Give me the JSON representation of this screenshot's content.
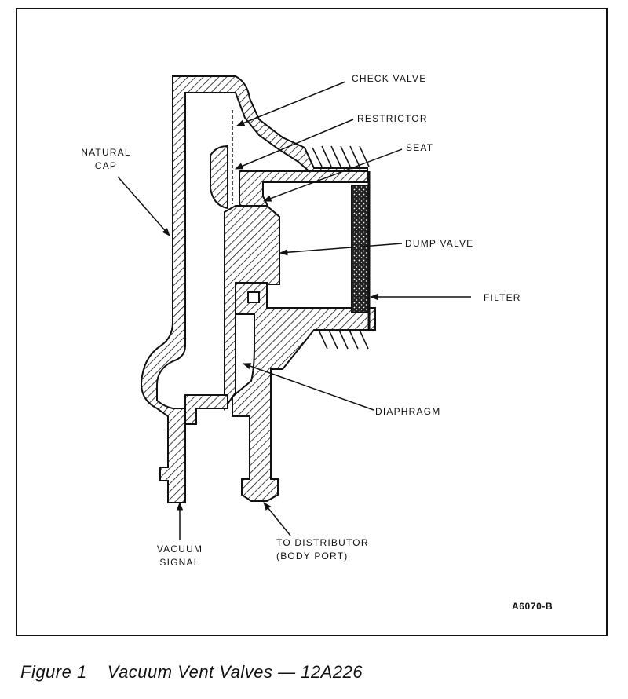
{
  "labels": {
    "check_valve": "CHECK VALVE",
    "restrictor": "RESTRICTOR",
    "seat": "SEAT",
    "natural_cap_line1": "NATURAL",
    "natural_cap_line2": "CAP",
    "dump_valve": "DUMP VALVE",
    "filter": "FILTER",
    "diaphragm": "DIAPHRAGM",
    "vacuum_signal_line1": "VACUUM",
    "vacuum_signal_line2": "SIGNAL",
    "distributor_line1": "TO DISTRIBUTOR",
    "distributor_line2": "(BODY PORT)",
    "part_code": "A6070-B"
  },
  "caption": {
    "figure_number": "Figure 1",
    "title": "Vacuum Vent Valves — 12A226"
  },
  "colors": {
    "ink": "#111111",
    "paper": "#ffffff"
  }
}
